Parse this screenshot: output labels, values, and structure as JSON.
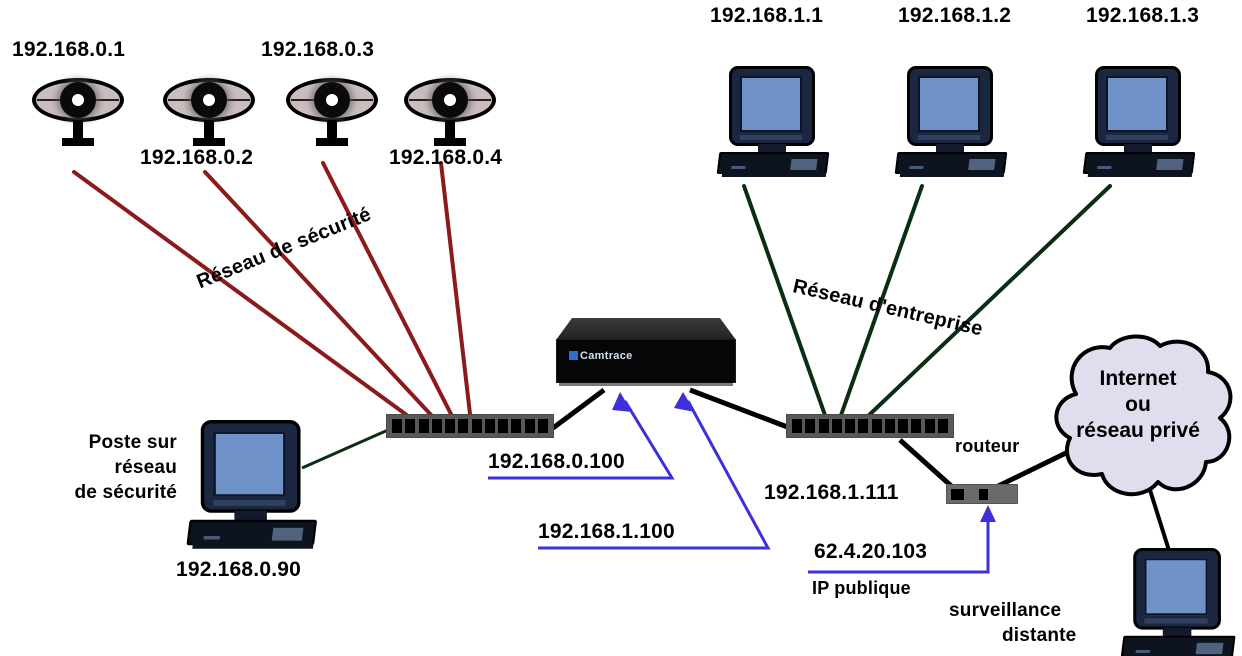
{
  "diagram": {
    "title": "Camtrace network topology (réseau de sécurité / réseau d'entreprise)",
    "colors": {
      "security_cable": "#8B1A1A",
      "enterprise_cable": "#0B2E13",
      "pointer_blue": "#3B30D9",
      "switch_body": "#585858",
      "cloud_fill": "#DEDEEF",
      "screen_blue": "#6F93C9"
    },
    "network_labels": [
      {
        "name": "security-network-label",
        "text": "Réseau de sécurité",
        "rotation": -22
      },
      {
        "name": "enterprise-network-label",
        "text": "Réseau d'entreprise",
        "rotation": 13
      }
    ],
    "cameras": [
      {
        "name": "camera-1",
        "ip": "192.168.0.1"
      },
      {
        "name": "camera-2",
        "ip": "192.168.0.2"
      },
      {
        "name": "camera-3",
        "ip": "192.168.0.3"
      },
      {
        "name": "camera-4",
        "ip": "192.168.0.4"
      }
    ],
    "enterprise_pcs": [
      {
        "name": "pc-1",
        "ip": "192.168.1.1"
      },
      {
        "name": "pc-2",
        "ip": "192.168.1.2"
      },
      {
        "name": "pc-3",
        "ip": "192.168.1.3"
      }
    ],
    "security_workstation": {
      "caption_line1": "Poste sur",
      "caption_line2": "réseau",
      "caption_line3": "de sécurité",
      "ip": "192.168.0.90"
    },
    "server": {
      "brand": "Camtrace",
      "security_interface_ip": "192.168.0.100",
      "enterprise_interface_ip": "192.168.1.100"
    },
    "enterprise_switch_ip": "192.168.1.111",
    "router": {
      "label": "routeur",
      "public_ip": "62.4.20.103",
      "public_ip_caption": "IP publique"
    },
    "cloud": {
      "line1": "Internet",
      "line2": "ou",
      "line3": "réseau privé"
    },
    "remote_station": {
      "caption_line1": "surveillance",
      "caption_line2": "distante"
    },
    "switch_port_count": 12
  }
}
